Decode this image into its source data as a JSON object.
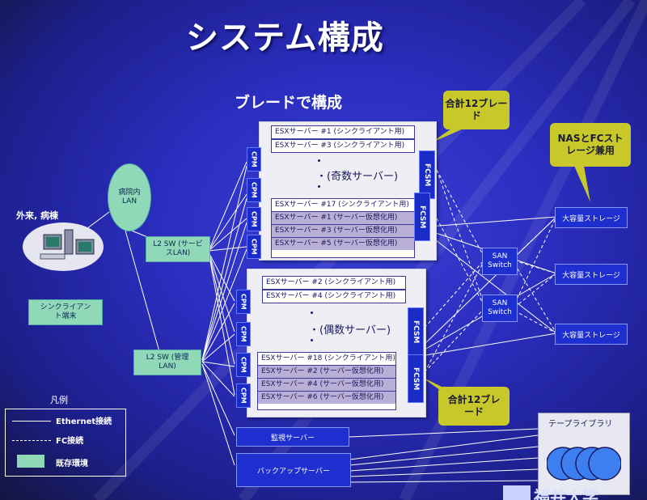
{
  "title": "システム構成",
  "subtitle": "ブレードで構成",
  "callouts": {
    "top_blades": "合計12ブレード",
    "storage_note": "NASとFCストレージ兼用",
    "bottom_blades": "合計12ブレード"
  },
  "chassis_top": {
    "blades_top": [
      "ESXサーバー #1 (シンクライアント用)",
      "ESXサーバー #3 (シンクライアント用)"
    ],
    "middle": "・(奇数サーバー)",
    "blades_bottom": [
      {
        "label": "ESXサーバー #17 (シンクライアント用)",
        "virtual": false
      },
      {
        "label": "ESXサーバー #1 (サーバー仮想化用)",
        "virtual": true
      },
      {
        "label": "ESXサーバー #3 (サーバー仮想化用)",
        "virtual": true
      },
      {
        "label": "ESXサーバー #5 (サーバー仮想化用)",
        "virtual": true
      }
    ]
  },
  "chassis_bottom": {
    "blades_top": [
      "ESXサーバー #2 (シンクライアント用)",
      "ESXサーバー #4 (シンクライアント用)"
    ],
    "middle": "・(偶数サーバー)",
    "blades_bottom": [
      {
        "label": "ESXサーバー #18 (シンクライアント用)",
        "virtual": false
      },
      {
        "label": "ESXサーバー #2 (サーバー仮想化用)",
        "virtual": true
      },
      {
        "label": "ESXサーバー #4 (サーバー仮想化用)",
        "virtual": true
      },
      {
        "label": "ESXサーバー #6 (サーバー仮想化用)",
        "virtual": true
      }
    ]
  },
  "cpm_label": "CPM",
  "fcsm_label": "FCSM",
  "lan_cloud": "病院内LAN",
  "l2_service": "L2 SW (サービスLAN)",
  "l2_mgmt": "L2 SW (管理LAN)",
  "outpatient": "外来, 病棟",
  "client": "シンクライアント端末",
  "san_switch": "SAN Switch",
  "storage": "大容量ストレージ",
  "monitor_server": "監視サーバー",
  "backup_server": "バックアップサーバー",
  "tape_library": "テープライブラリ",
  "legend": {
    "title": "凡例",
    "ethernet": "Ethernet接続",
    "fc": "FC接続",
    "existing": "既存環境"
  },
  "logo_partial": "福井大学",
  "colors": {
    "background": "#2a2dbd",
    "blade_virtual": "#b9aed6",
    "callout": "#c8c82a",
    "existing_env": "#8fd8b8",
    "module_blue": "#1a2cc8"
  }
}
